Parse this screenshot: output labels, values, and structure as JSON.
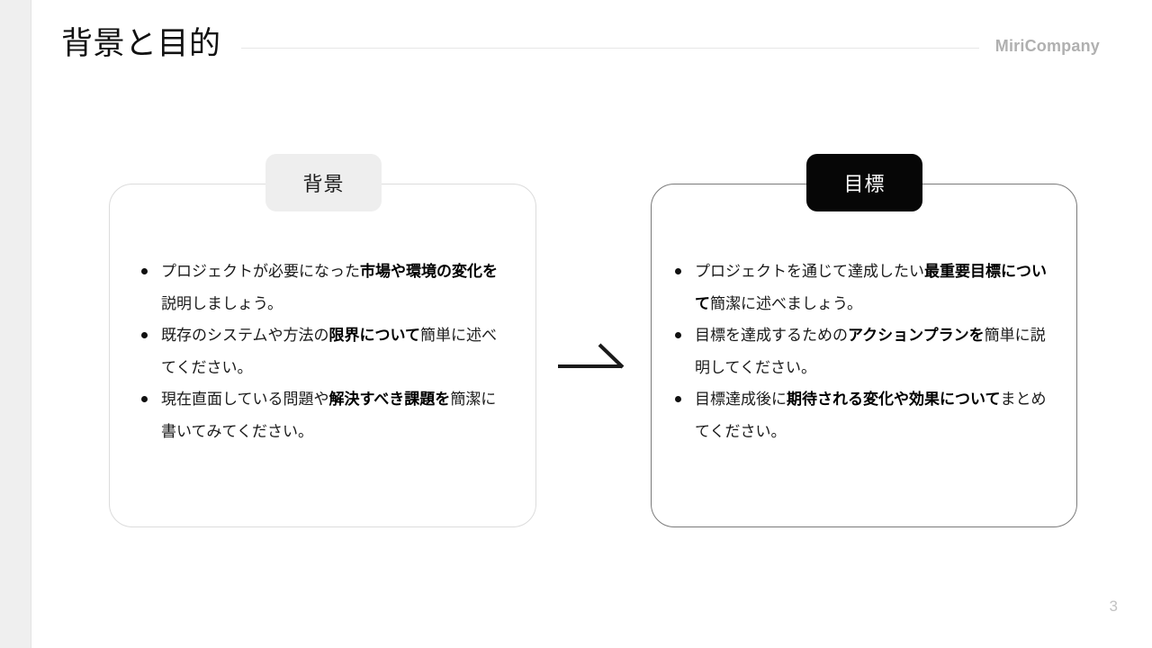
{
  "header": {
    "title": "背景と目的",
    "brand": "MiriCompany"
  },
  "cards": {
    "left": {
      "tab_label": "背景",
      "bullets": [
        [
          {
            "text": "プロジェクトが必要になった",
            "bold": false
          },
          {
            "text": "市場や環境の変化を",
            "bold": true
          },
          {
            "text": "説明しましょう。",
            "bold": false
          }
        ],
        [
          {
            "text": "既存のシステムや方法の",
            "bold": false
          },
          {
            "text": "限界について",
            "bold": true
          },
          {
            "text": "簡単に述べてください。",
            "bold": false
          }
        ],
        [
          {
            "text": "現在直面している問題や",
            "bold": false
          },
          {
            "text": "解決すべき課題を",
            "bold": true
          },
          {
            "text": "簡潔に書いてみてください。",
            "bold": false
          }
        ]
      ]
    },
    "right": {
      "tab_label": "目標",
      "bullets": [
        [
          {
            "text": "プロジェクトを通じて達成したい",
            "bold": false
          },
          {
            "text": "最重要目標について",
            "bold": true
          },
          {
            "text": "簡潔に述べましょう。",
            "bold": false
          }
        ],
        [
          {
            "text": "目標を達成するための",
            "bold": false
          },
          {
            "text": "アクションプランを",
            "bold": true
          },
          {
            "text": "簡単に説明してください。",
            "bold": false
          }
        ],
        [
          {
            "text": "目標達成後に",
            "bold": false
          },
          {
            "text": "期待される変化や効果について",
            "bold": true
          },
          {
            "text": "まとめてください。",
            "bold": false
          }
        ]
      ]
    }
  },
  "arrow": {
    "icon": "arrow-right-icon",
    "color": "#1a1a1a"
  },
  "footer": {
    "page_number": "3"
  },
  "colors": {
    "background": "#ffffff",
    "side_strip": "#efefef",
    "title_text": "#111111",
    "brand_text": "#b0b0b0",
    "card_border_left": "#dcdcdc",
    "card_border_right": "#7a7a7a",
    "tab_left_bg": "#eeeeee",
    "tab_right_bg": "#060606",
    "page_number": "#c2c2c2"
  }
}
